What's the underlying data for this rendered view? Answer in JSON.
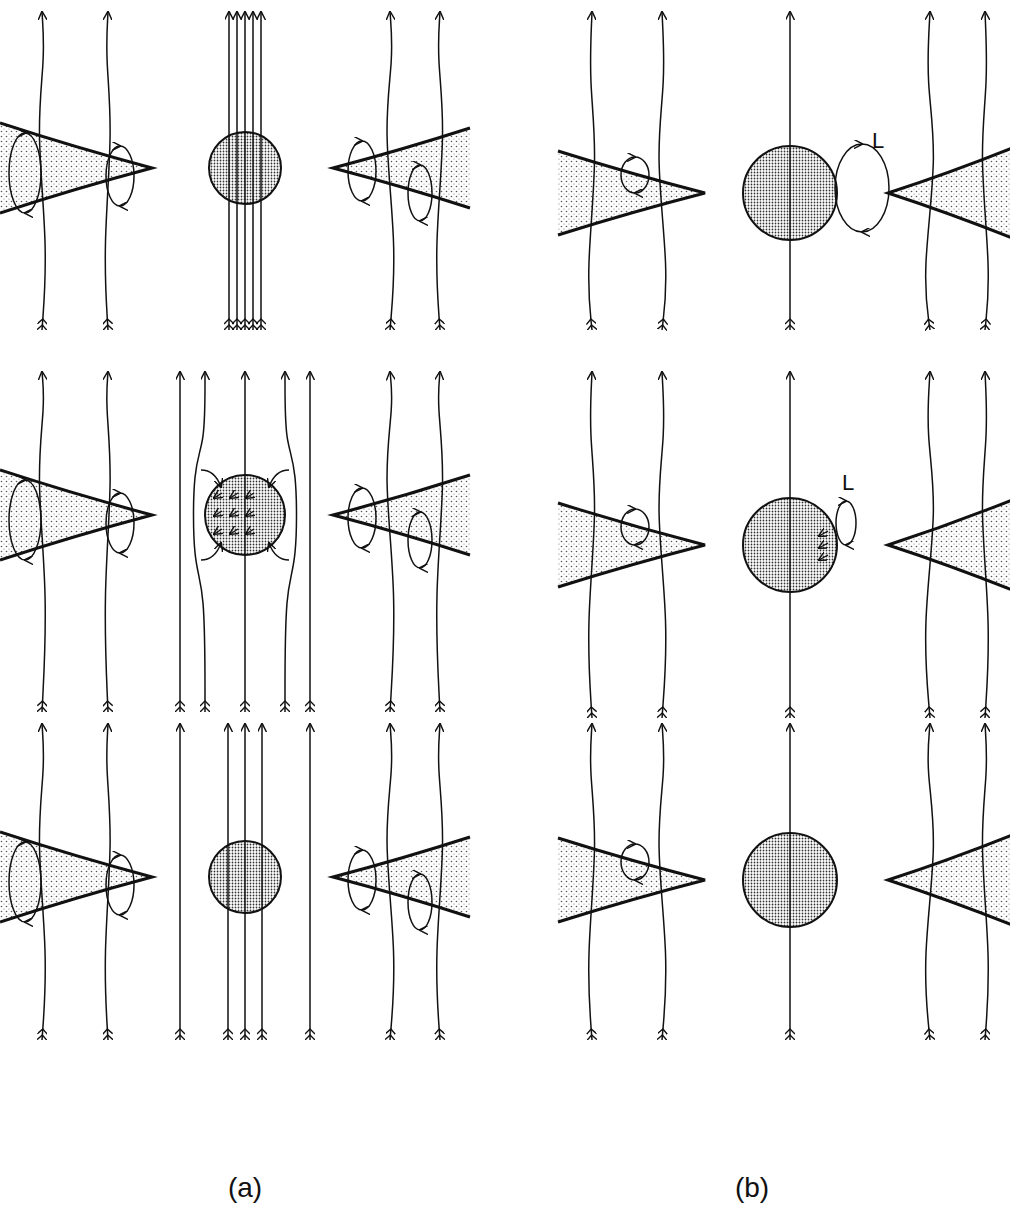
{
  "diagram": {
    "labels": [
      "L",
      "L",
      "(a)",
      "(b)"
    ]
  }
}
